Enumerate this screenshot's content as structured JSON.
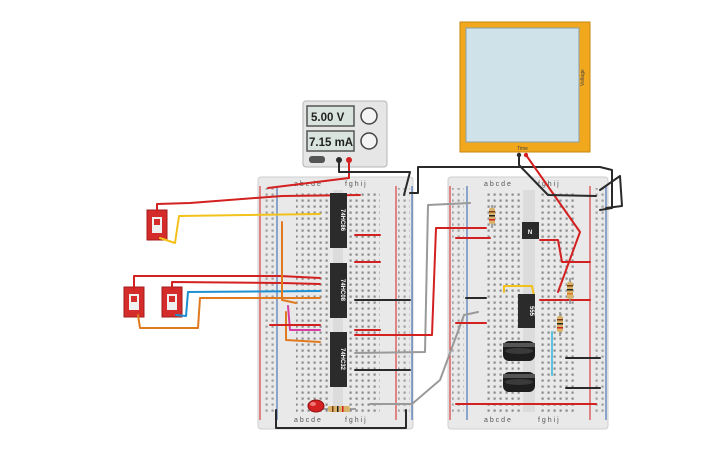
{
  "power_supply": {
    "voltage_readout": "5.00 V",
    "current_readout": "7.15 mA"
  },
  "oscilloscope": {
    "side_label": "Voltage",
    "bottom_label": "Time"
  },
  "breadboard_left": {
    "column_letters": "a b c d e",
    "column_letters_right": "f g h i j"
  },
  "breadboard_right": {
    "column_letters": "a b c d e",
    "column_letters_right": "f g h i j"
  },
  "chips": {
    "chip1": "74HC86",
    "chip2": "74HC08",
    "chip3": "74HC32",
    "timer": "555",
    "transistor": "N"
  },
  "colors": {
    "wire_red": "#d32020",
    "wire_yellow": "#f2c21b",
    "wire_blue": "#1e90d2",
    "wire_orange": "#e07a1f",
    "wire_pink": "#d63fa0",
    "wire_gray": "#9a9a9a",
    "wire_black": "#2a2a2a",
    "breadboard": "#e9e9e9",
    "scope_frame": "#f2a81d",
    "scope_screen": "#cfe2ea"
  }
}
